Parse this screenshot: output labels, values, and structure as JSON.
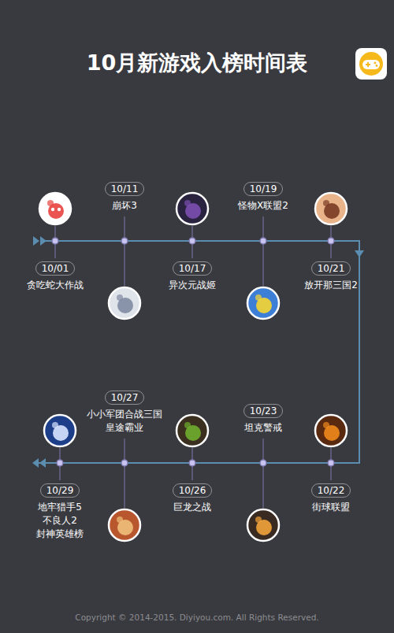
{
  "diagram": {
    "title": "10月新游戏入榜时间表",
    "nodes": [
      {
        "text": [
          "10/01",
          "贪吃蛇大作战"
        ]
      },
      {
        "text": [
          "10/11",
          "崩坏3"
        ]
      },
      {
        "text": [
          "10/17",
          "异次元战姬"
        ]
      },
      {
        "text": [
          "10/19",
          "怪物X联盟2"
        ]
      },
      {
        "text": [
          "10/21",
          "放开那三国2"
        ]
      },
      {
        "text": [
          "10/22",
          "街球联盟"
        ]
      },
      {
        "text": [
          "10/23",
          "坦克警戒"
        ]
      },
      {
        "text": [
          "10/26",
          "巨龙之战"
        ]
      },
      {
        "text": [
          "10/27",
          "小小军团合战三国",
          "皇途霸业"
        ]
      },
      {
        "text": [
          "10/29",
          "地牢猎手5",
          "不良人2",
          "封神英雄榜"
        ]
      }
    ],
    "labels": [
      "Copyright © 2014-2015. Diyiyou.com. All Rights Reserved."
    ]
  }
}
